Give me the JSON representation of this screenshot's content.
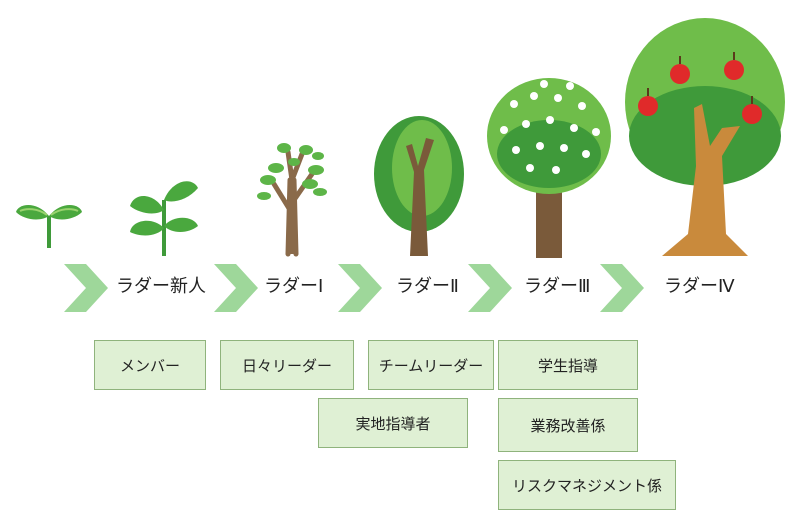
{
  "stages": [
    {
      "label": "ラダー新人"
    },
    {
      "label": "ラダーⅠ"
    },
    {
      "label": "ラダーⅡ"
    },
    {
      "label": "ラダーⅢ"
    },
    {
      "label": "ラダーⅣ"
    }
  ],
  "roles": [
    {
      "label": "メンバー"
    },
    {
      "label": "日々リーダー"
    },
    {
      "label": "チームリーダー"
    },
    {
      "label": "実地指導者"
    },
    {
      "label": "学生指導"
    },
    {
      "label": "業務改善係"
    },
    {
      "label": "リスクマネジメント係"
    }
  ],
  "colors": {
    "chevron": "#9ed79a",
    "box_fill": "#dff0d4",
    "box_border": "#8fb37c",
    "leaf_dark": "#3f9a3a",
    "leaf_light": "#7cc456",
    "trunk": "#7a5a3a",
    "apple": "#e02a2a",
    "blossom": "#ffffff"
  }
}
